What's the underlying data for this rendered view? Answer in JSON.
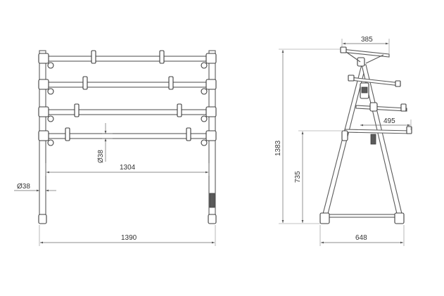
{
  "dimensions": {
    "front_width": "1390",
    "front_inner_width": "1304",
    "front_leg_diameter": "Ø38",
    "front_tube_diameter": "Ø38",
    "side_height": "1383",
    "side_tier_height": "735",
    "side_base_depth": "648",
    "side_top_arm": "385",
    "side_lower_arm": "495"
  },
  "colors": {
    "line": "#5a5a5a",
    "dimension": "#666666",
    "background": "#ffffff"
  }
}
